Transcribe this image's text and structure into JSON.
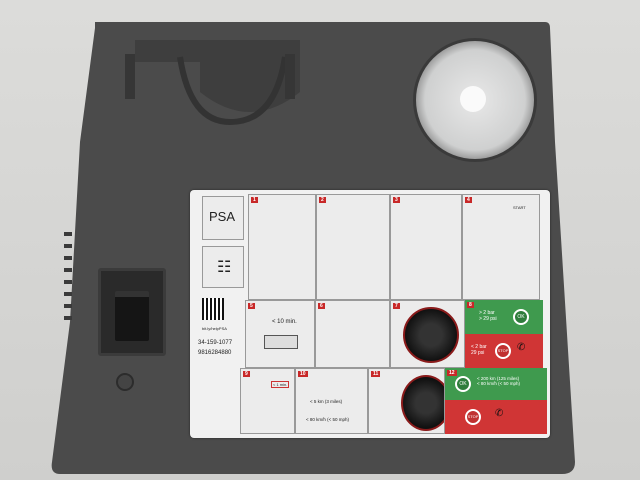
{
  "label": {
    "brand": "PSA",
    "part_number": "34-159-1077",
    "ref_number": "9816284880",
    "video_link": "bit.ly/helpPSA",
    "steps": [
      "1",
      "2",
      "3",
      "4",
      "5",
      "6",
      "7",
      "8",
      "9",
      "10",
      "11",
      "12"
    ],
    "step4_text": "START",
    "step5_text": "< 10 min.",
    "step8_ok": "> 2 bar\n> 29 psi",
    "step8_stop": "< 2 bar\n29 psi",
    "ok": "OK",
    "stop": "STOP",
    "step9_text": "< 1 min.",
    "step10_distance": "< 5 km (3 miles)",
    "step10_speed": "< 80 km/h (< 50 mph)",
    "step12_ok": "< 200 km (125 miles)\n< 80 km/h (< 50 mph)"
  },
  "colors": {
    "body": "#4a4a4a",
    "ok": "#3f9a4e",
    "stop": "#d03535"
  }
}
